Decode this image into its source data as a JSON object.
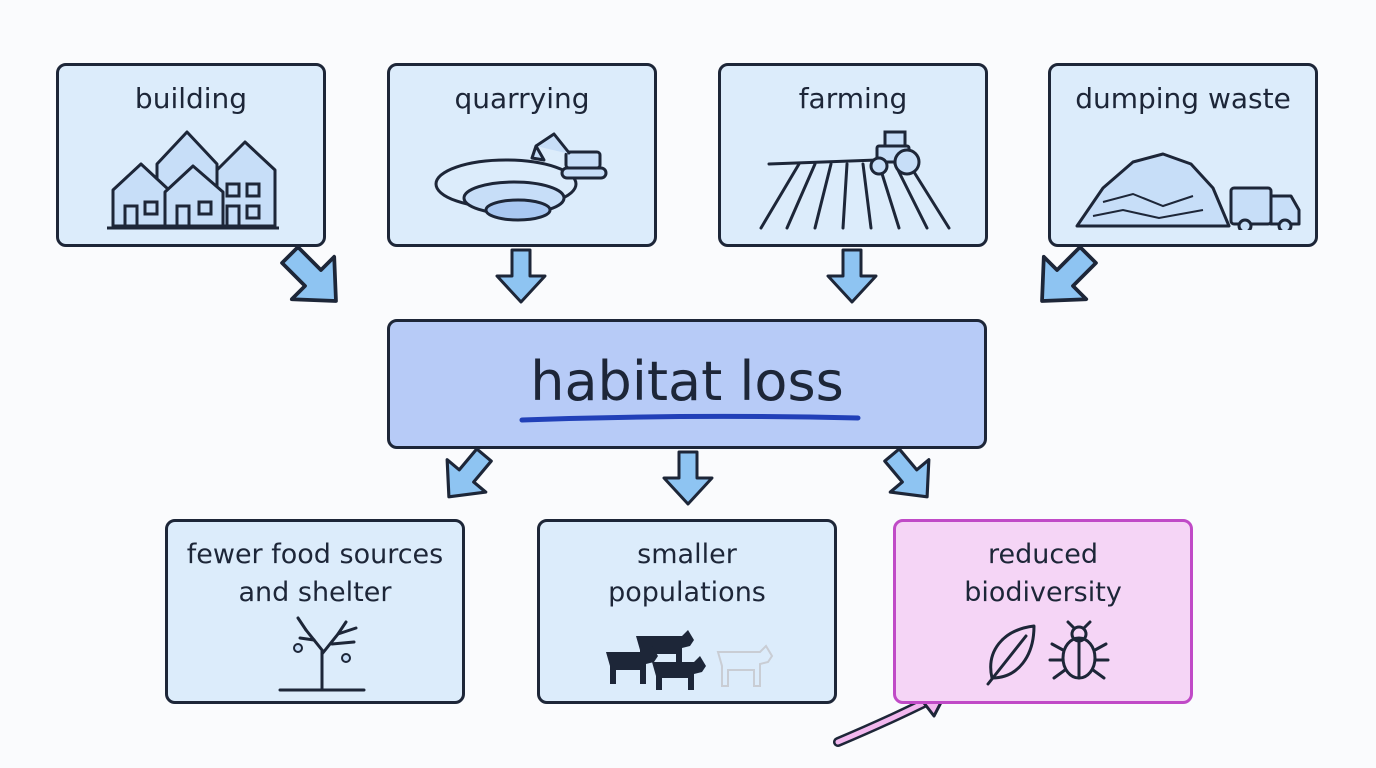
{
  "causes": [
    {
      "label": "building"
    },
    {
      "label": "quarrying"
    },
    {
      "label": "farming"
    },
    {
      "label": "dumping waste"
    }
  ],
  "center": {
    "label": "habitat loss"
  },
  "effects": [
    {
      "label_line1": "fewer food sources",
      "label_line2": "and shelter"
    },
    {
      "label_line1": "smaller",
      "label_line2": "populations"
    },
    {
      "label_line1": "reduced",
      "label_line2": "biodiversity"
    }
  ],
  "colors": {
    "box_fill": "#dcecfb",
    "center_fill": "#b7cbf7",
    "highlight_fill": "#f5d5f6",
    "highlight_border": "#c04ac7",
    "arrow_fill": "#8ec4f2",
    "underline": "#2140b8"
  }
}
